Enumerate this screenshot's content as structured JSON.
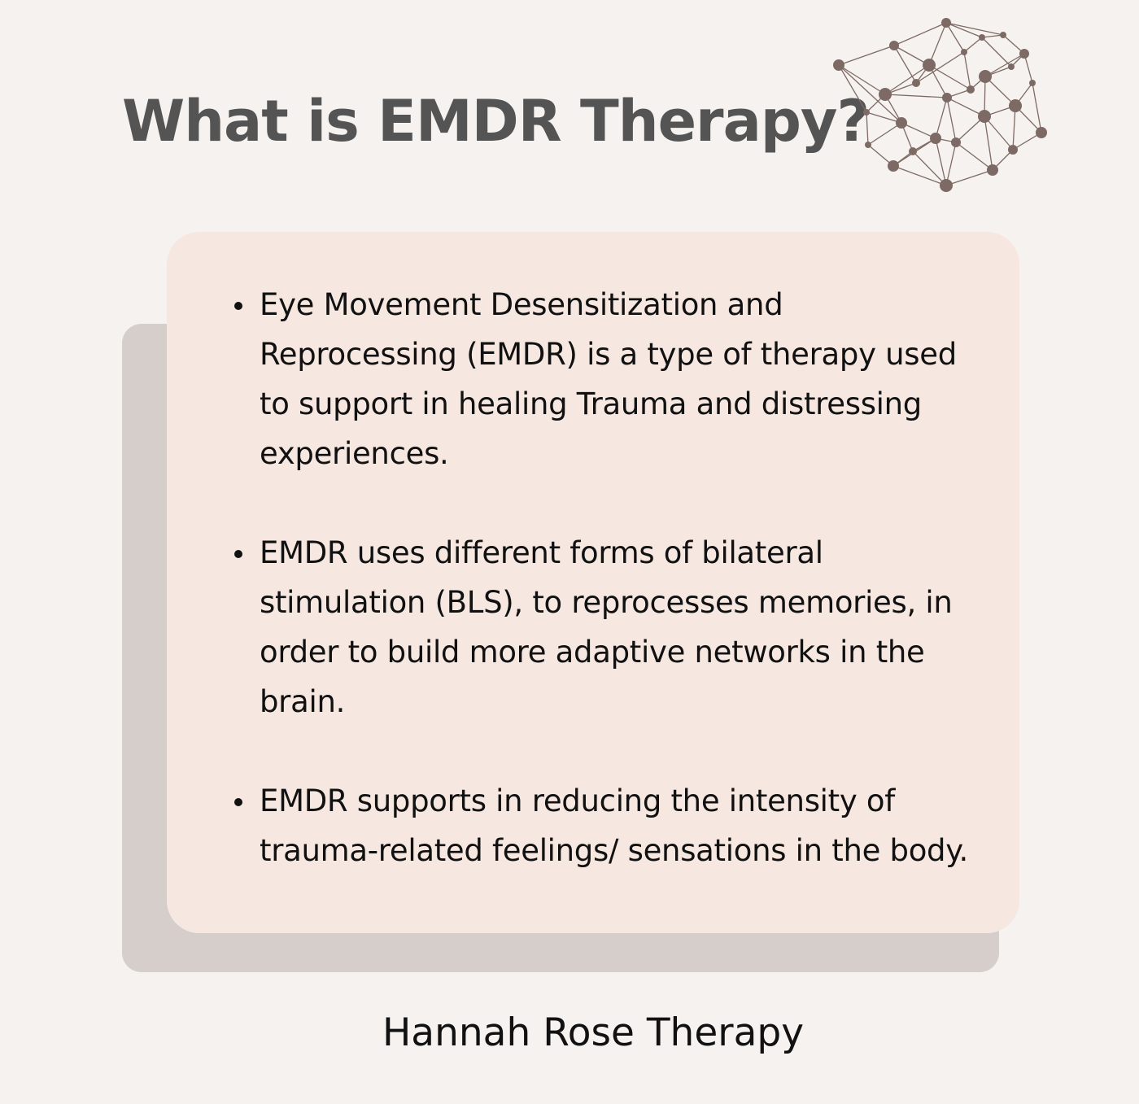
{
  "page": {
    "title": "What is EMDR Therapy?",
    "decoration_icon": "brain-network-icon",
    "bullets": [
      "Eye Movement Desensitization and Reprocessing (EMDR) is a type of therapy used to support in healing Trauma and distressing experiences.",
      "EMDR uses different forms of bilateral stimulation (BLS), to reprocesses memories, in order to build more adaptive networks in the brain.",
      "EMDR supports in reducing the intensity of trauma-related feelings/ sensations in the body."
    ],
    "footer": "Hannah Rose Therapy"
  },
  "colors": {
    "background": "#f6f2ef",
    "card": "#f6e7e1",
    "card_shadow": "#d6ceca",
    "title": "#545454",
    "body_text": "#111111",
    "network": "#7d6a64"
  }
}
